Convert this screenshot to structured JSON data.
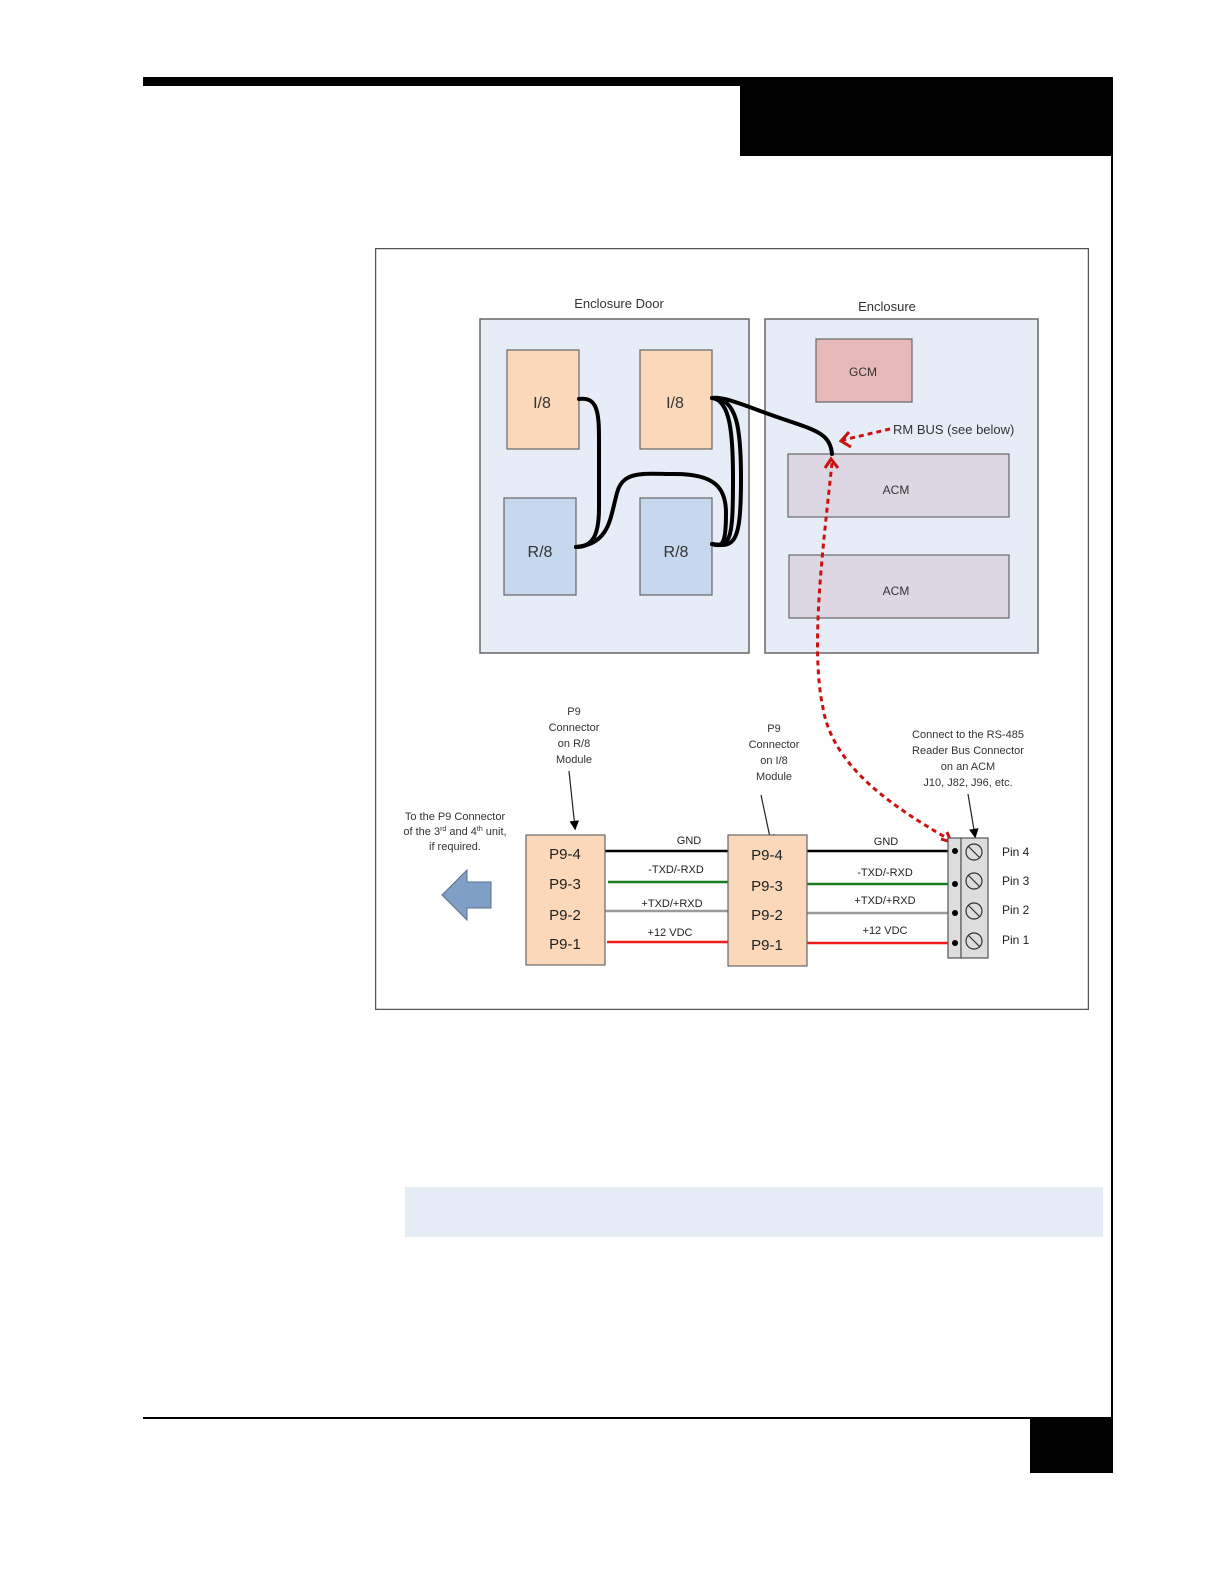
{
  "page": {
    "header_title": "",
    "page_number": "",
    "note_text": ""
  },
  "figure": {
    "enclosure_door": {
      "title": "Enclosure Door",
      "modules": [
        {
          "id": "i8-left",
          "label": "I/8",
          "type": "I/8"
        },
        {
          "id": "i8-right",
          "label": "I/8",
          "type": "I/8"
        },
        {
          "id": "r8-left",
          "label": "R/8",
          "type": "R/8"
        },
        {
          "id": "r8-right",
          "label": "R/8",
          "type": "R/8"
        }
      ]
    },
    "enclosure": {
      "title": "Enclosure",
      "modules": [
        {
          "id": "gcm",
          "label": "GCM"
        },
        {
          "id": "acm-top",
          "label": "ACM"
        },
        {
          "id": "acm-bottom",
          "label": "ACM"
        }
      ],
      "rm_bus_label": "RM BUS (see below)"
    },
    "wiring": {
      "left_note": [
        "To the P9 Connector",
        "of the 3rd and 4th unit,",
        "if required."
      ],
      "r8_connector_note": [
        "P9",
        "Connector",
        "on R/8",
        "Module"
      ],
      "i8_connector_note": [
        "P9",
        "Connector",
        "on I/8",
        "Module"
      ],
      "acm_note": [
        "Connect to the RS-485",
        "Reader Bus Connector",
        "on an ACM",
        "J10, J82, J96, etc."
      ],
      "connector_pins": [
        "P9-4",
        "P9-3",
        "P9-2",
        "P9-1"
      ],
      "terminal_pins": [
        "Pin 4",
        "Pin 3",
        "Pin 2",
        "Pin 1"
      ],
      "signals": [
        {
          "label": "GND",
          "color": "#000000"
        },
        {
          "label": "-TXD/-RXD",
          "color": "#1e7a1e"
        },
        {
          "label": "+TXD/+RXD",
          "color": "#9a9a9a"
        },
        {
          "label": "+12 VDC",
          "color": "#ee1c1c"
        }
      ]
    },
    "colors": {
      "enclosure_fill": "#e6edf7",
      "i8_fill": "#fad8b9",
      "r8_fill": "#c6d8ee",
      "gcm_fill": "#e6b8b7",
      "acm_fill": "#ddd7e4",
      "bus_arrow": "#cc1111",
      "left_arrow": "#7f9fc6"
    }
  }
}
